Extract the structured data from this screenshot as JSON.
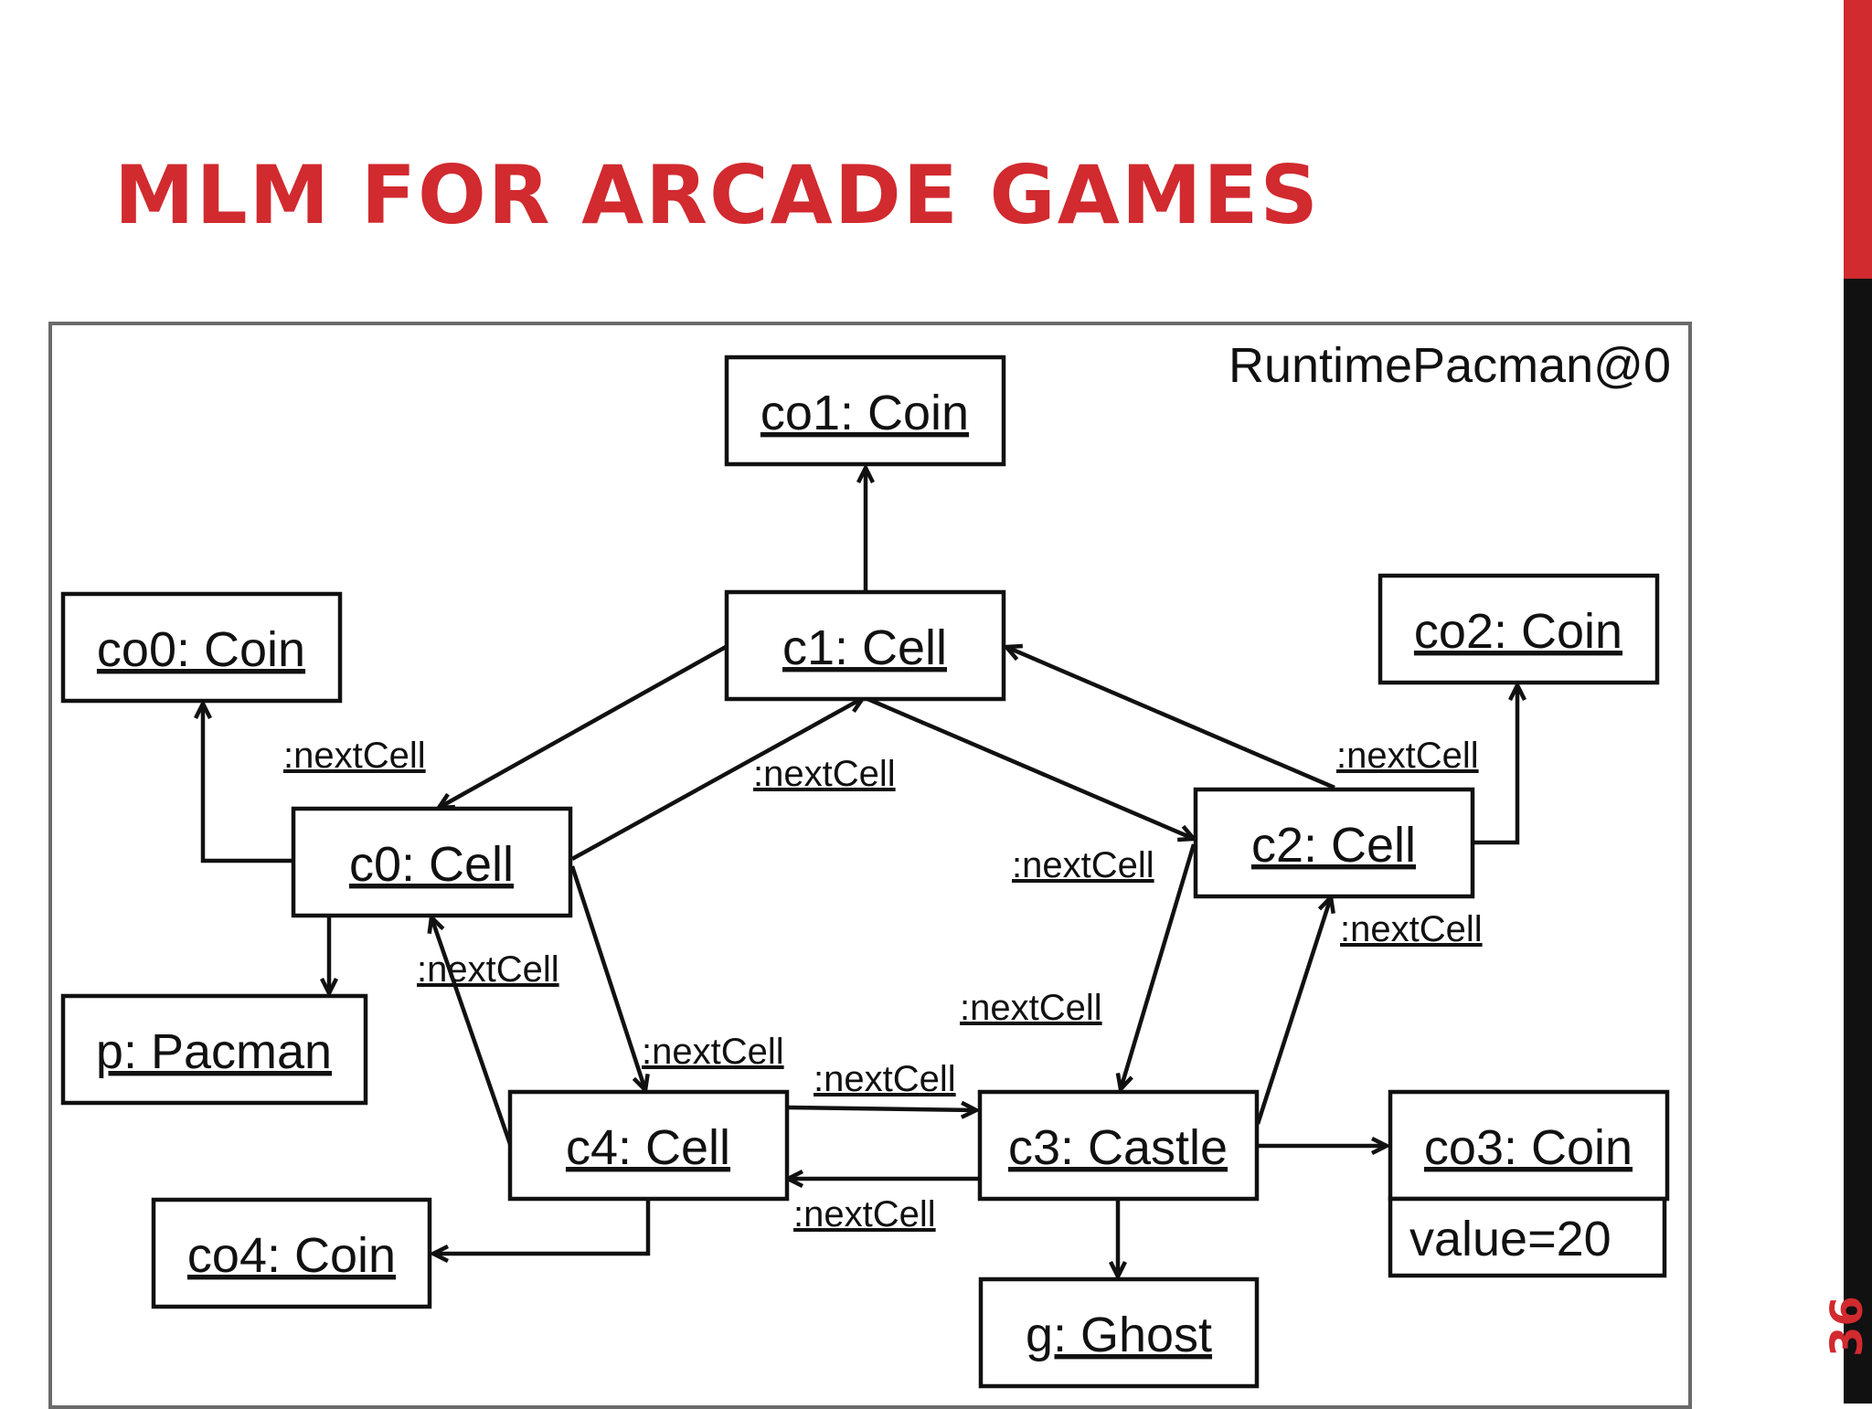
{
  "slide": {
    "title": "MLM FOR ARCADE GAMES",
    "page_number": "36",
    "accent_color": "#d12a2f"
  },
  "diagram": {
    "frame_label": "RuntimePacman@0",
    "nodes": {
      "co1": "co1: Coin",
      "c1": "c1: Cell",
      "co0": "co0: Coin",
      "co2": "co2: Coin",
      "c0": "c0: Cell",
      "c2": "c2: Cell",
      "p": "p: Pacman",
      "c4": "c4: Cell",
      "c3": "c3: Castle",
      "co3": "co3: Coin",
      "co3_attr": "value=20",
      "co4": "co4: Coin",
      "g": "g: Ghost"
    },
    "edge_label": ":nextCell",
    "edges": [
      {
        "from": "c1",
        "to": "co1",
        "label": ""
      },
      {
        "from": "c1",
        "to": "c0",
        "label": ":nextCell"
      },
      {
        "from": "c0",
        "to": "c1",
        "label": ":nextCell"
      },
      {
        "from": "c1",
        "to": "c2",
        "label": ":nextCell"
      },
      {
        "from": "c2",
        "to": "c1",
        "label": ":nextCell"
      },
      {
        "from": "c2",
        "to": "co2",
        "label": ""
      },
      {
        "from": "c0",
        "to": "co0",
        "label": ""
      },
      {
        "from": "c0",
        "to": "p",
        "label": ""
      },
      {
        "from": "c0",
        "to": "c4",
        "label": ":nextCell"
      },
      {
        "from": "c4",
        "to": "c0",
        "label": ":nextCell"
      },
      {
        "from": "c2",
        "to": "c3",
        "label": ":nextCell"
      },
      {
        "from": "c3",
        "to": "c2",
        "label": ":nextCell"
      },
      {
        "from": "c4",
        "to": "c3",
        "label": ":nextCell"
      },
      {
        "from": "c3",
        "to": "c4",
        "label": ":nextCell"
      },
      {
        "from": "c3",
        "to": "co3",
        "label": ""
      },
      {
        "from": "c3",
        "to": "g",
        "label": ""
      },
      {
        "from": "c4",
        "to": "co4",
        "label": ""
      }
    ]
  }
}
